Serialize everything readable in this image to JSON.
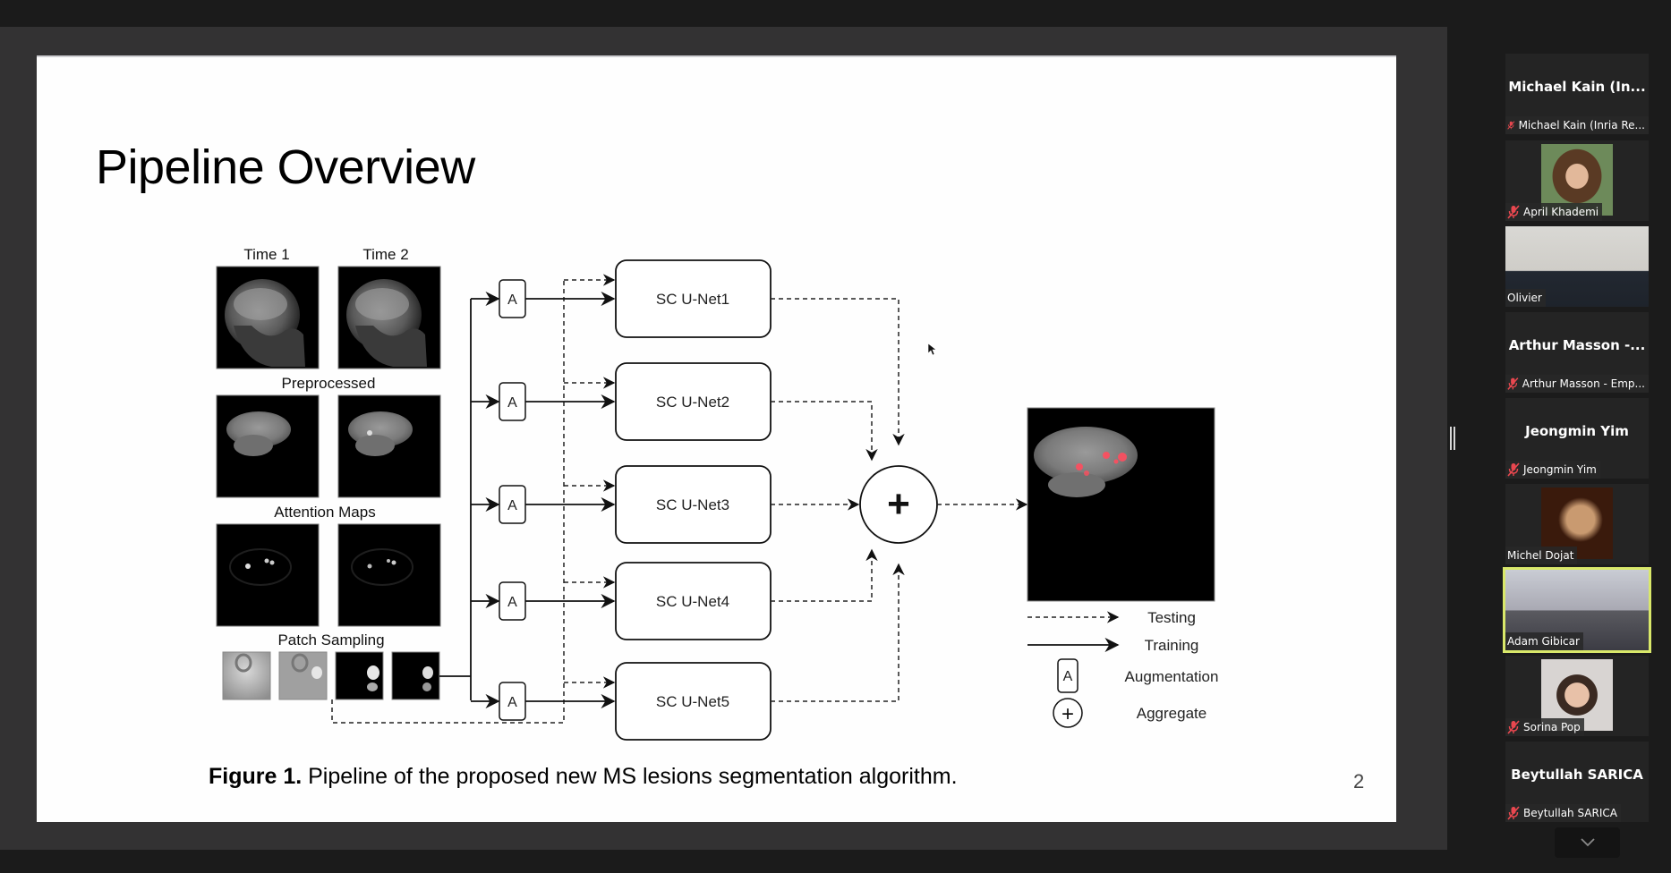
{
  "slide": {
    "title": "Pipeline Overview",
    "page_number": "2",
    "caption_bold": "Figure 1.",
    "caption_text": " Pipeline of the proposed new MS lesions segmentation algorithm.",
    "labels": {
      "time1": "Time 1",
      "time2": "Time 2",
      "preprocessed": "Preprocessed",
      "attention": "Attention Maps",
      "patch": "Patch Sampling"
    },
    "augment_label": "A",
    "networks": [
      "SC U-Net1",
      "SC U-Net2",
      "SC U-Net3",
      "SC U-Net4",
      "SC U-Net5"
    ],
    "aggregate_symbol": "+",
    "legend": [
      {
        "style": "dashed-arrow",
        "label": "Testing"
      },
      {
        "style": "solid-arrow",
        "label": "Training"
      },
      {
        "style": "augment-box",
        "symbol": "A",
        "label": "Augmentation"
      },
      {
        "style": "circle-plus",
        "symbol": "+",
        "label": "Aggregate"
      }
    ],
    "colors": {
      "lesion": "#ff4d5e",
      "line": "#1a1a1a"
    }
  },
  "participants": [
    {
      "title": "Michael Kain (In...",
      "name": "Michael Kain (Inria Re...",
      "muted": true,
      "media": "name-only"
    },
    {
      "name": "April Khademi",
      "muted": true,
      "media": "photo"
    },
    {
      "name": "Olivier",
      "muted": false,
      "media": "video"
    },
    {
      "title": "Arthur Masson -...",
      "name": "Arthur Masson - Emp...",
      "muted": true,
      "media": "name-only"
    },
    {
      "title": "Jeongmin Yim",
      "name": "Jeongmin Yim",
      "muted": true,
      "media": "name-only"
    },
    {
      "name": "Michel Dojat",
      "muted": false,
      "media": "photo"
    },
    {
      "name": "Adam Gibicar",
      "muted": false,
      "media": "video",
      "active_speaker": true
    },
    {
      "name": "Sorina Pop",
      "muted": true,
      "media": "photo"
    },
    {
      "title": "Beytullah SARICA",
      "name": "Beytullah SARICA",
      "muted": true,
      "media": "name-only"
    }
  ],
  "icons": {
    "muted": "microphone-muted-icon",
    "scroll": "chevron-down-icon",
    "splitter": "resize-handle-icon"
  },
  "active_speaker_color": "#d9e86a",
  "muted_color": "#e8474f"
}
